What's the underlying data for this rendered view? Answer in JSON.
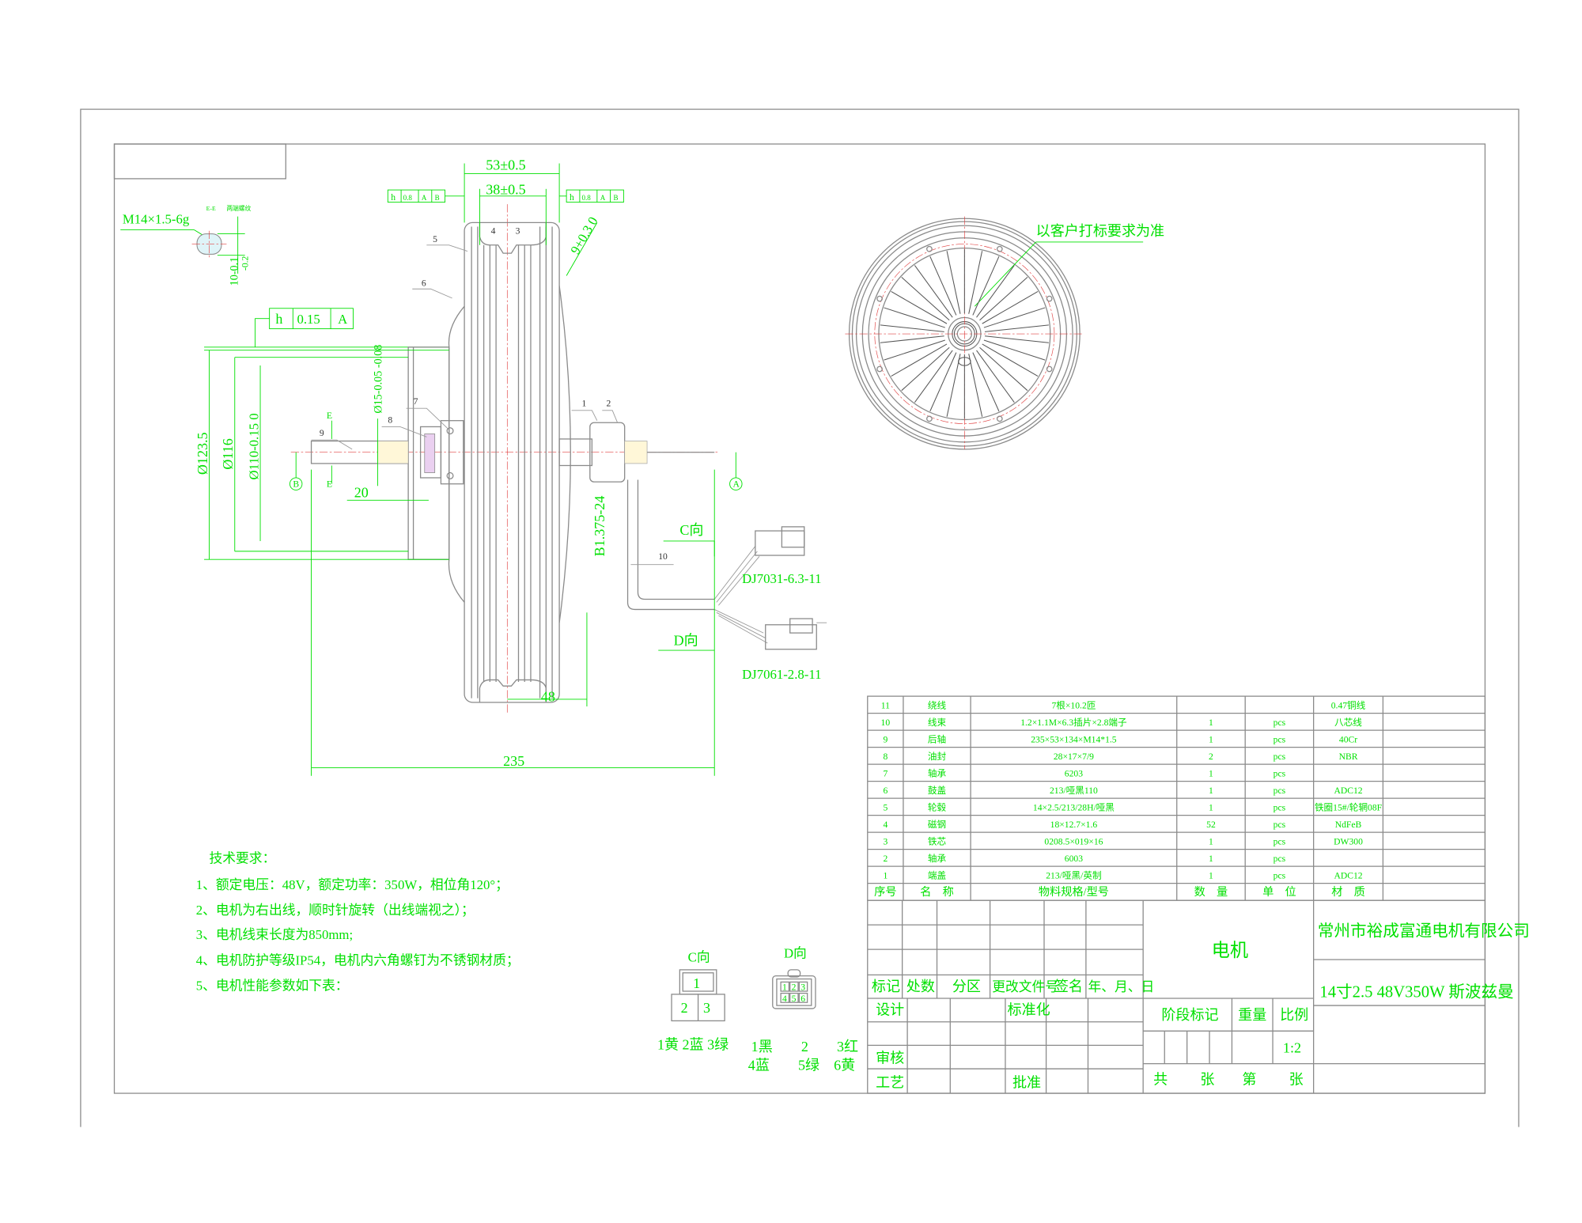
{
  "colors": {
    "annotation": "#00e000",
    "line": "#8a8a8a",
    "centerline": "#e04040"
  },
  "side_view": {
    "thread_label": "M14×1.5-6g",
    "section_label": "E-E",
    "section_note": "两端螺纹",
    "thread_dim": "10-0.1",
    "thread_dim2": "-0.2",
    "gdt_main": {
      "symbol": "h",
      "tol": "0.15",
      "datum": "A"
    },
    "gdt_left": {
      "symbol": "h",
      "tol": "0.8",
      "d1": "A",
      "d2": "B"
    },
    "gdt_right": {
      "symbol": "h",
      "tol": "0.8",
      "d1": "A",
      "d2": "B"
    },
    "dim_53": "53±0.5",
    "dim_38": "38±0.5",
    "dim_9": "9+0.3 0",
    "dim_123": "Ø123.5",
    "dim_116": "Ø116",
    "dim_110": "Ø110-0.15 0",
    "dim_15": "Ø15-0.05 -0.08",
    "dim_20": "20",
    "dim_48": "48",
    "dim_235": "235",
    "dim_thread": "B1.375-24",
    "section_mark": "E",
    "datum_a": "A",
    "datum_b": "B",
    "view_c": "C向",
    "view_d": "D向",
    "connector_c": "DJ7031-6.3-11",
    "connector_d": "DJ7061-2.8-11",
    "balloons": [
      "1",
      "2",
      "3",
      "4",
      "5",
      "6",
      "7",
      "8",
      "9",
      "10"
    ]
  },
  "front_view": {
    "note": "以客户打标要求为准"
  },
  "tech": {
    "title": "技术要求：",
    "items": [
      "1、额定电压：48V，额定功率：350W，相位角120°；",
      "2、电机为右出线，顺时针旋转（出线端视之）；",
      "3、电机线束长度为850mm;",
      "4、电机防护等级IP54，电机内六角螺钉为不锈钢材质；",
      "5、电机性能参数如下表："
    ]
  },
  "connectors": {
    "c_title": "C向",
    "c_pins": [
      "1",
      "2",
      "3"
    ],
    "c_legend": "1黄 2蓝 3绿",
    "d_title": "D向",
    "d_pins": [
      "1",
      "2",
      "3",
      "4",
      "5",
      "6"
    ],
    "d_legend1": "1黑　　2　　3红",
    "d_legend2": "4蓝　　5绿　6黄"
  },
  "bom": {
    "headers": [
      "序号",
      "名　称",
      "物料规格/型号",
      "数　量",
      "单　位",
      "材　质"
    ],
    "rows": [
      [
        "11",
        "绕线",
        "7根×10.2匝",
        "",
        "",
        "0.47铜线"
      ],
      [
        "10",
        "线束",
        "1.2×1.1M×6.3插片×2.8端子",
        "1",
        "pcs",
        "八芯线"
      ],
      [
        "9",
        "后轴",
        "235×53×134×M14*1.5",
        "1",
        "pcs",
        "40Cr"
      ],
      [
        "8",
        "油封",
        "28×17×7/9",
        "2",
        "pcs",
        "NBR"
      ],
      [
        "7",
        "轴承",
        "6203",
        "1",
        "pcs",
        ""
      ],
      [
        "6",
        "鼓盖",
        "213/哑黑110",
        "1",
        "pcs",
        "ADC12"
      ],
      [
        "5",
        "轮毂",
        "14×2.5/213/28H/哑黑",
        "1",
        "pcs",
        "铁圈15#/轮辋08F"
      ],
      [
        "4",
        "磁钢",
        "18×12.7×1.6",
        "52",
        "pcs",
        "NdFeB"
      ],
      [
        "3",
        "铁芯",
        "0208.5×019×16",
        "1",
        "pcs",
        "DW300"
      ],
      [
        "2",
        "轴承",
        "6003",
        "1",
        "pcs",
        ""
      ],
      [
        "1",
        "端盖",
        "213/哑黑/英制",
        "1",
        "pcs",
        "ADC12"
      ]
    ]
  },
  "title_block": {
    "rev_headers": [
      "标记",
      "处数",
      "分区",
      "更改文件号",
      "签名",
      "年、月、日"
    ],
    "design": "设计",
    "standard": "标准化",
    "review": "审核",
    "process": "工艺",
    "approve": "批准",
    "part_name": "电机",
    "stage": "阶段标记",
    "weight": "重量",
    "scale_label": "比例",
    "scale": "1:2",
    "total": "共",
    "sheets": "张",
    "sheet_no": "第",
    "sheet": "张",
    "company": "常州市裕成富通电机有限公司",
    "model": "14寸2.5 48V350W 斯波兹曼"
  }
}
